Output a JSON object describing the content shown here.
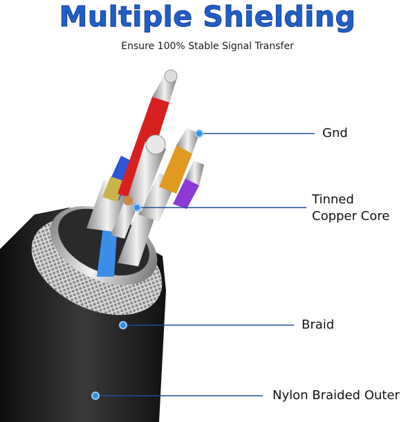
{
  "header": {
    "title": "Multiple Shielding",
    "subtitle": "Ensure 100% Stable Signal Transfer"
  },
  "callouts": [
    {
      "label": "Gnd"
    },
    {
      "label_line1": "Tinned",
      "label_line2": "Copper Core"
    },
    {
      "label": "Braid"
    },
    {
      "label": "Nylon Braided Outer"
    }
  ],
  "colors": {
    "title": "#1f5fc8",
    "callout_line": "#1d4f9c",
    "callout_dot": "#2f8fe6",
    "jacket": "#1c1c1c"
  }
}
